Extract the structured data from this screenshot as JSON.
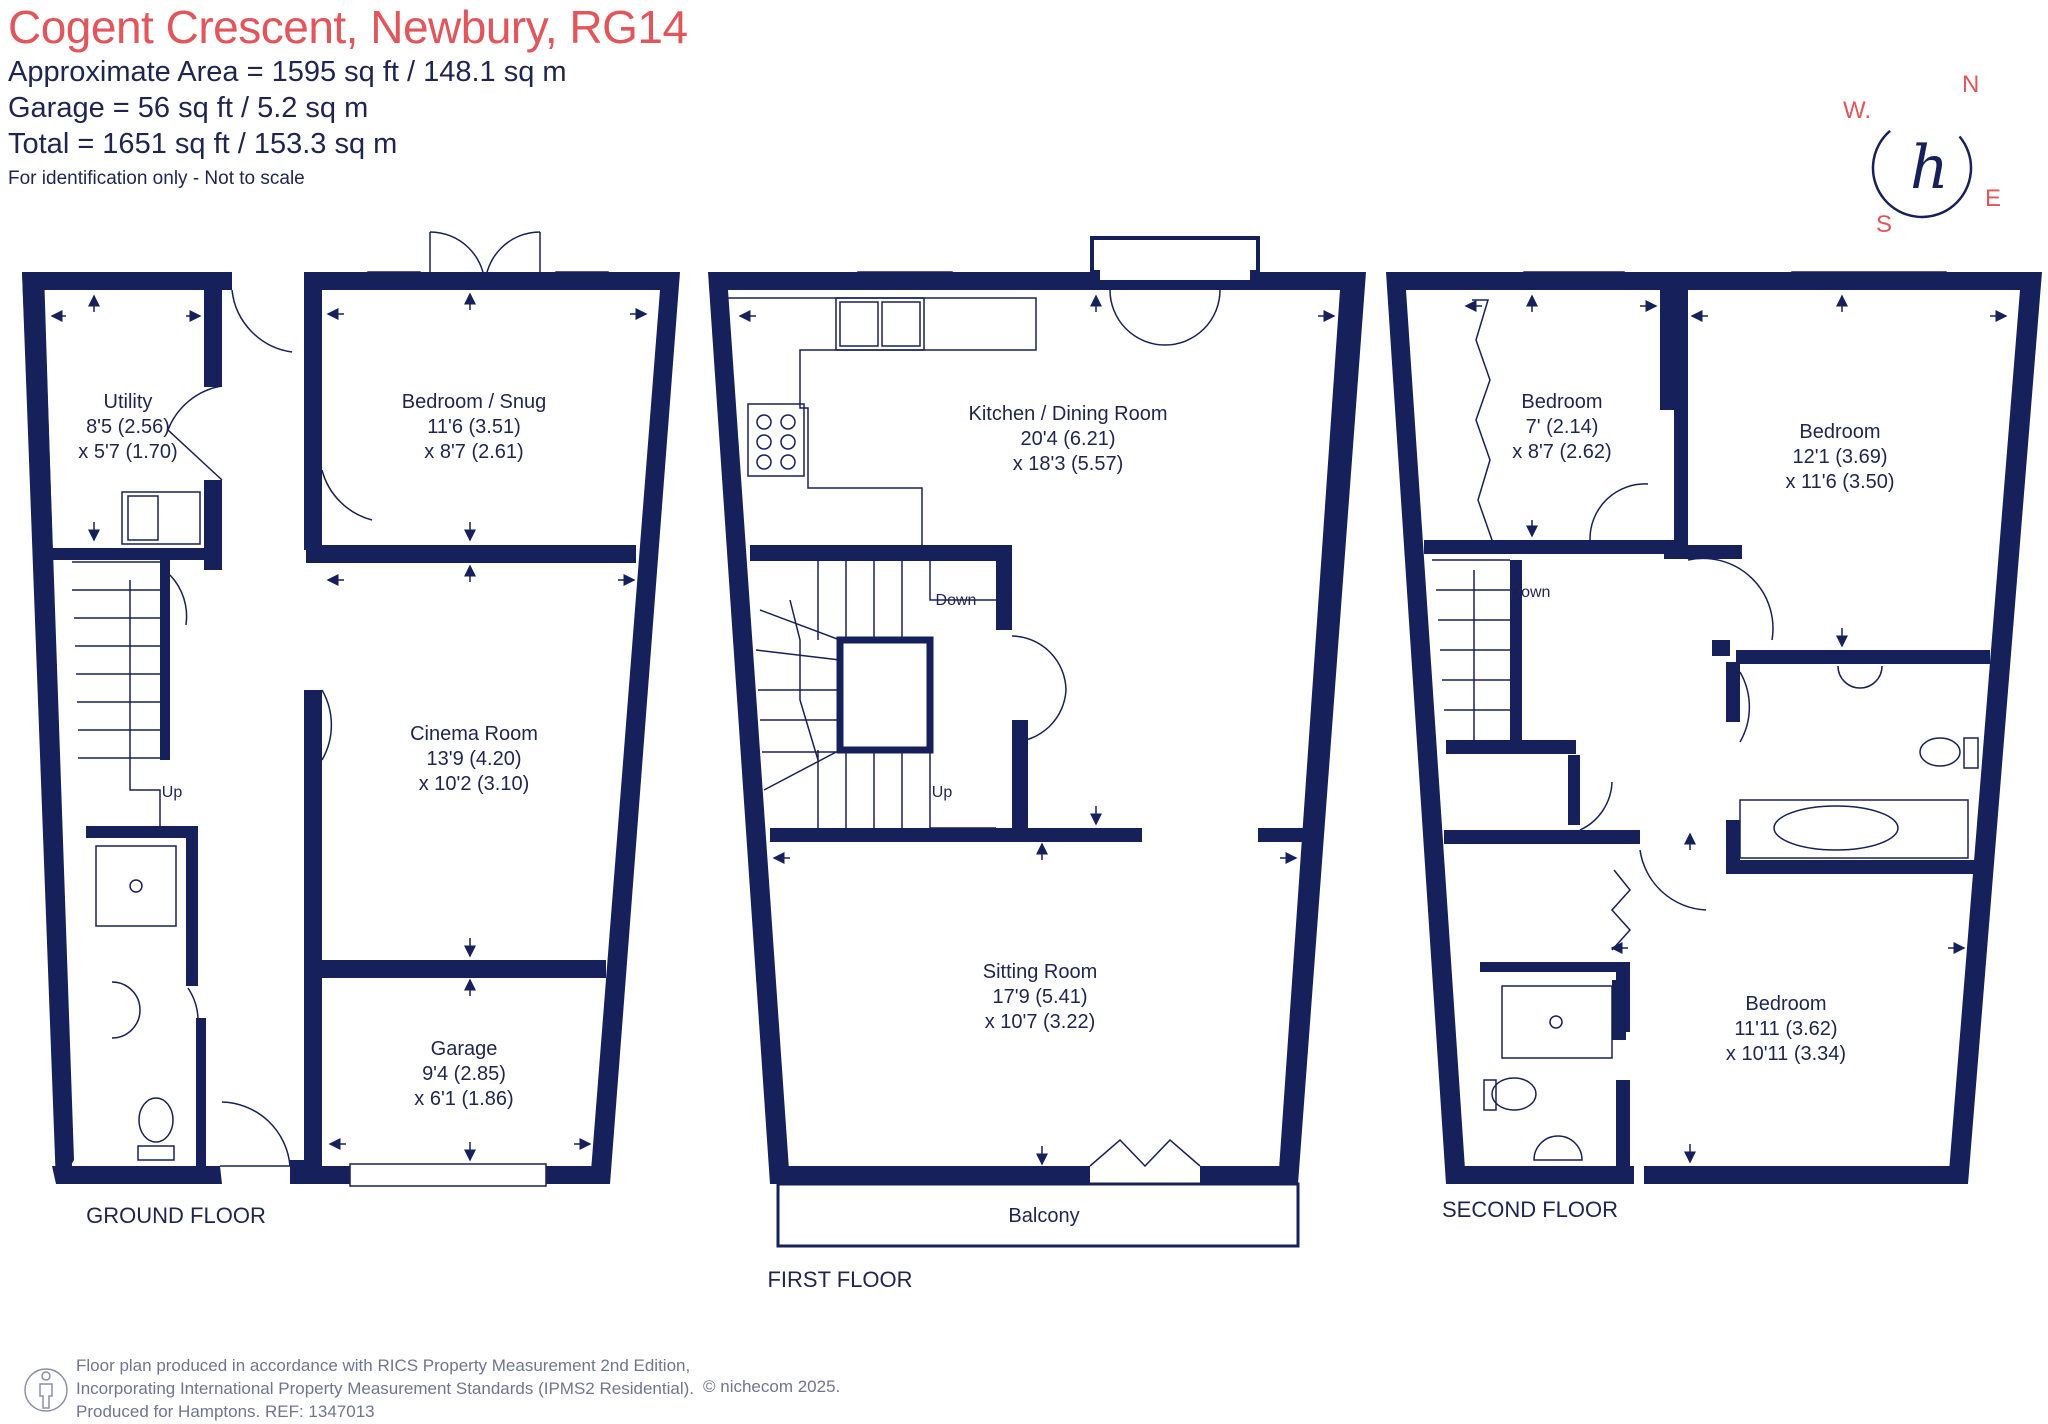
{
  "header": {
    "title": "Cogent Crescent, Newbury, RG14",
    "approx_area": "Approximate Area = 1595 sq ft / 148.1 sq m",
    "garage_area": "Garage = 56 sq ft / 5.2 sq m",
    "total_area": "Total = 1651 sq ft / 153.3 sq m",
    "disclaimer": "For identification only - Not to scale"
  },
  "compass": {
    "n": "N",
    "e": "E",
    "s": "S",
    "w": "W.",
    "monogram": "h"
  },
  "colors": {
    "wall": "#16205a",
    "accent": "#e0565b",
    "text": "#1d2550",
    "footer_text": "#6f7590"
  },
  "floors": {
    "ground": {
      "label": "GROUND FLOOR",
      "rooms": {
        "utility": {
          "name": "Utility",
          "dim1": "8'5 (2.56)",
          "dim2": "x 5'7 (1.70)"
        },
        "bedroom_snug": {
          "name": "Bedroom / Snug",
          "dim1": "11'6 (3.51)",
          "dim2": "x 8'7 (2.61)"
        },
        "cinema": {
          "name": "Cinema Room",
          "dim1": "13'9 (4.20)",
          "dim2": "x 10'2 (3.10)"
        },
        "garage": {
          "name": "Garage",
          "dim1": "9'4 (2.85)",
          "dim2": "x 6'1 (1.86)"
        }
      },
      "stair_label": "Up"
    },
    "first": {
      "label": "FIRST FLOOR",
      "rooms": {
        "kitchen": {
          "name": "Kitchen / Dining Room",
          "dim1": "20'4 (6.21)",
          "dim2": "x 18'3 (5.57)"
        },
        "sitting": {
          "name": "Sitting Room",
          "dim1": "17'9 (5.41)",
          "dim2": "x 10'7 (3.22)"
        },
        "balcony": {
          "name": "Balcony"
        }
      },
      "stair_down": "Down",
      "stair_up": "Up"
    },
    "second": {
      "label": "SECOND FLOOR",
      "rooms": {
        "bed_small": {
          "name": "Bedroom",
          "dim1": "7' (2.14)",
          "dim2": "x 8'7 (2.62)"
        },
        "bed_large": {
          "name": "Bedroom",
          "dim1": "12'1 (3.69)",
          "dim2": "x 11'6 (3.50)"
        },
        "bed_front": {
          "name": "Bedroom",
          "dim1": "11'11 (3.62)",
          "dim2": "x 10'11 (3.34)"
        }
      },
      "stair_down": "Down"
    }
  },
  "footer": {
    "line1": "Floor plan produced in accordance with RICS Property Measurement 2nd Edition,",
    "line2": "Incorporating International Property Measurement Standards (IPMS2 Residential).",
    "line3": "Produced for Hamptons.  REF:  1347013",
    "copyright": "© nichecom 2025."
  }
}
